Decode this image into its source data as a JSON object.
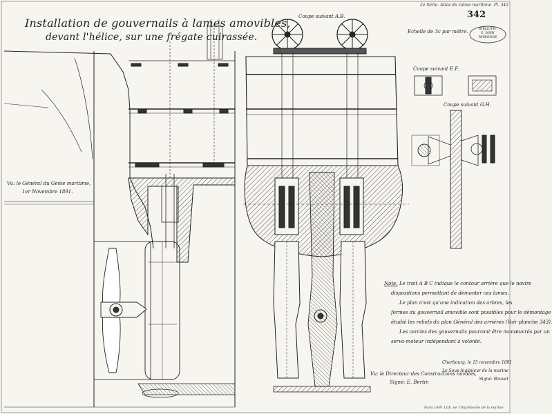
{
  "header": {
    "series": "2e Série. Atlas du Génie maritime. Pl. 342",
    "plate_number": "342"
  },
  "title": {
    "line1": "Installation de gouvernails à lames amovibles,",
    "line2": "devant l'hélice, sur une frégate cuirassée."
  },
  "scale": "Echelle de 3c par mètre.",
  "stamp": {
    "lines": [
      "BIBLIOTH.",
      "E. DORY",
      "PATRONNE"
    ]
  },
  "section_labels": {
    "ab": "Coupe suivant A.B.",
    "ef": "Coupe suivant E.F.",
    "gh": "Coupe suivant G.H."
  },
  "side_note": [
    "Vu: le Général du Génie maritime,",
    "1er Novembre 1891."
  ],
  "notes": {
    "heading": "Note.",
    "lines": [
      "Le trait A B C indique le contour arrière que le navire",
      "dispositions permettant de démonter ces lames.",
      "Le plan n'est qu'une indication des arbres, les",
      "formes du gouvernail amovible sont possibles pour le démontage",
      "étudié les reliefs du plan Général des arrières (Voir planche 343).",
      "Les cercles des gouvernails pourront être manœuvrés par un",
      "servo-moteur indépendant à volonté."
    ]
  },
  "signature_left": [
    "Vu: le Directeur des Constructions navales,",
    "Signé: E. Bertin"
  ],
  "signature_right": [
    "Cherbourg, le 15 novembre 1891",
    "Le Sous-Ingénieur de la marine",
    "Signé: Bouvet"
  ],
  "footer": "Paris 1891   Lith. de l'Imprimerie de la marine"
}
